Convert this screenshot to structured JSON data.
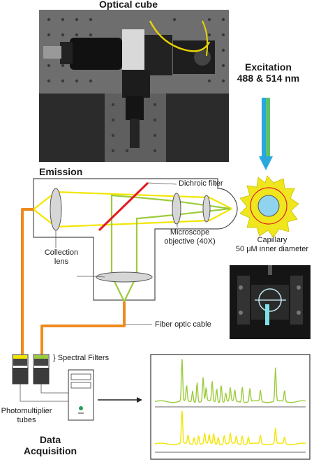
{
  "titles": {
    "optical_cube": "Optical cube",
    "emission": "Emission",
    "data_acquisition_line1": "Data",
    "data_acquisition_line2": "Acquisition"
  },
  "excitation": {
    "line1": "Excitation",
    "line2": "488 & 514 nm"
  },
  "labels": {
    "dichroic_filter": "Dichroic filter",
    "capillary_line1": "Capillary",
    "capillary_line2": "50 μM inner diameter",
    "collection_lens_line1": "Collection",
    "collection_lens_line2": "lens",
    "microscope_objective_line1": "Microscope",
    "microscope_objective_line2": "objective (40X)",
    "fiber_optic_cable": "Fiber optic cable",
    "spectral_filters": "} Spectral Filters",
    "photomultiplier_line1": "Photomultiplier",
    "photomultiplier_line2": "tubes"
  },
  "colors": {
    "beam_yellow": "#f2e600",
    "beam_green": "#9ccc3c",
    "fiber_orange": "#ee8a1f",
    "dichroic_red": "#e21b23",
    "excitation_blue": "#29a8e0",
    "excitation_green": "#5cc36a",
    "capillary_yellow": "#f0e61e",
    "capillary_core": "#8fd3ee",
    "outline": "#4d4d4d"
  },
  "spectra": [
    {
      "name": "green-spectrum",
      "color": "#9ccc3c",
      "peaks": [
        [
          0.18,
          0.95
        ],
        [
          0.21,
          0.35
        ],
        [
          0.25,
          0.25
        ],
        [
          0.28,
          0.45
        ],
        [
          0.32,
          0.55
        ],
        [
          0.34,
          0.3
        ],
        [
          0.38,
          0.45
        ],
        [
          0.41,
          0.3
        ],
        [
          0.44,
          0.4
        ],
        [
          0.47,
          0.2
        ],
        [
          0.5,
          0.3
        ],
        [
          0.53,
          0.25
        ],
        [
          0.58,
          0.35
        ],
        [
          0.63,
          0.3
        ],
        [
          0.7,
          0.25
        ],
        [
          0.8,
          0.75
        ],
        [
          0.86,
          0.25
        ]
      ]
    },
    {
      "name": "yellow-spectrum",
      "color": "#f2e600",
      "peaks": [
        [
          0.18,
          0.95
        ],
        [
          0.22,
          0.25
        ],
        [
          0.26,
          0.2
        ],
        [
          0.29,
          0.25
        ],
        [
          0.33,
          0.3
        ],
        [
          0.36,
          0.25
        ],
        [
          0.39,
          0.3
        ],
        [
          0.42,
          0.2
        ],
        [
          0.46,
          0.25
        ],
        [
          0.5,
          0.3
        ],
        [
          0.54,
          0.22
        ],
        [
          0.58,
          0.25
        ],
        [
          0.62,
          0.2
        ],
        [
          0.7,
          0.25
        ],
        [
          0.8,
          0.45
        ],
        [
          0.86,
          0.2
        ]
      ]
    }
  ]
}
